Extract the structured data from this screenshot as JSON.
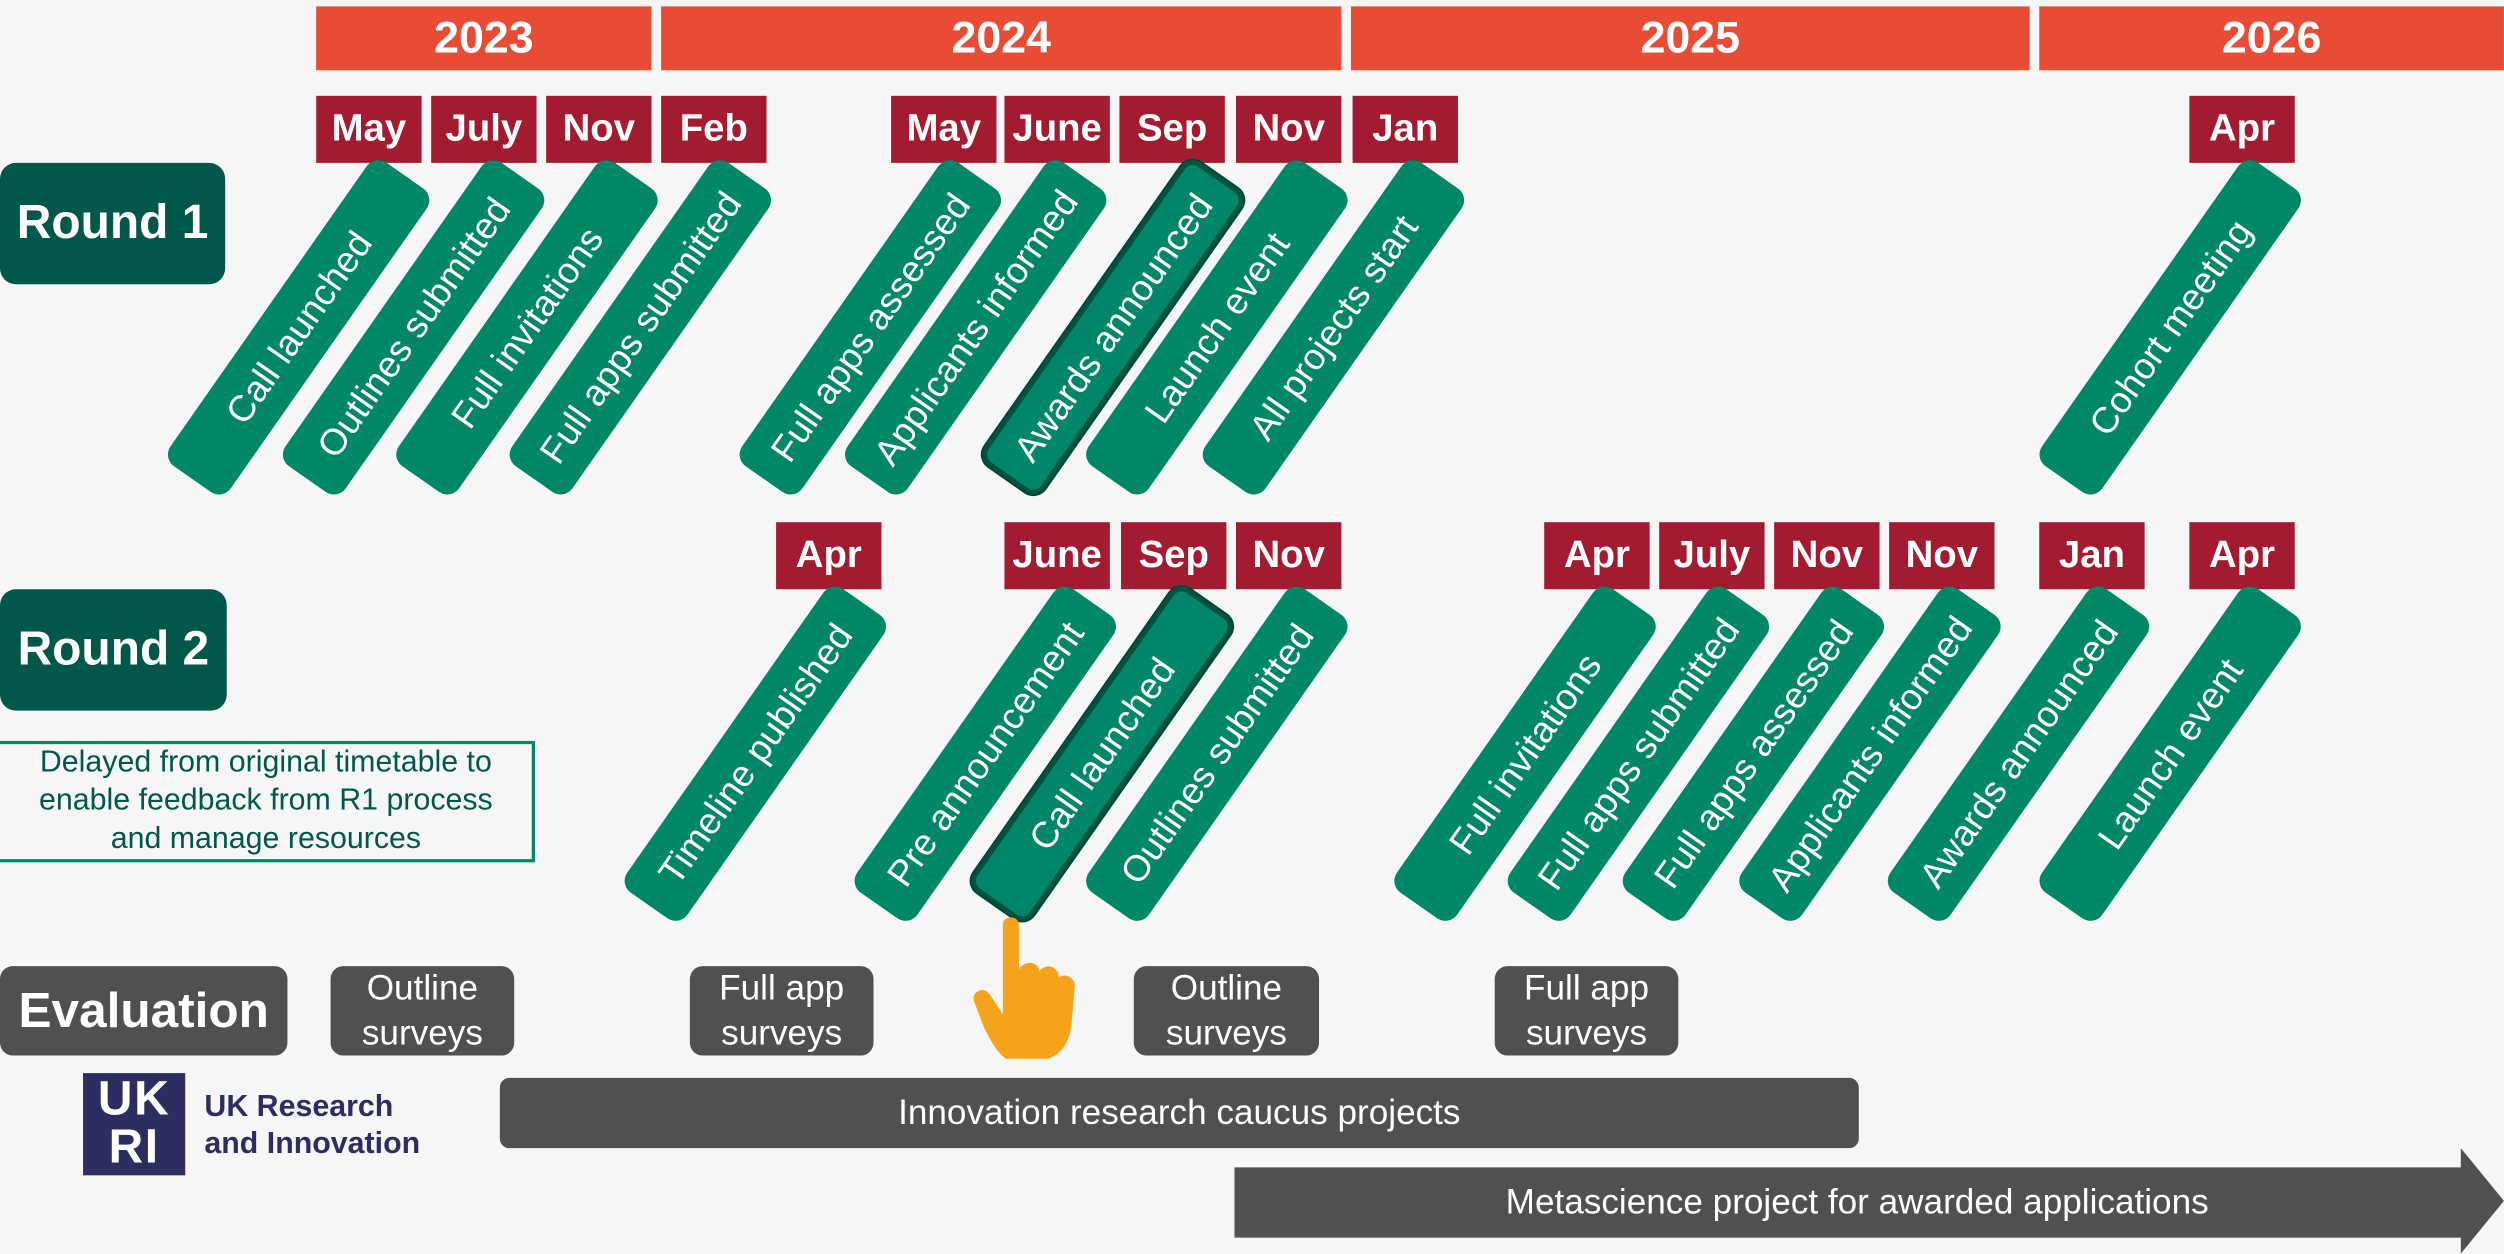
{
  "years": [
    "2023",
    "2024",
    "2025",
    "2026"
  ],
  "rows": {
    "round1": "Round 1",
    "round2": "Round 2",
    "evaluation": "Evaluation"
  },
  "round1_months": [
    "May",
    "July",
    "Nov",
    "Feb",
    "May",
    "June",
    "Sep",
    "Nov",
    "Jan",
    "Apr"
  ],
  "round1_milestones": [
    "Call launched",
    "Outlines submitted",
    "Full invitations",
    "Full apps submitted",
    "Full apps assessed",
    "Applicants informed",
    "Awards announced",
    "Launch event",
    "All projects start",
    "Cohort meeting"
  ],
  "round2_months": [
    "Apr",
    "June",
    "Sep",
    "Nov",
    "Apr",
    "July",
    "Nov",
    "Nov",
    "Jan",
    "Apr"
  ],
  "round2_milestones": [
    "Timeline published",
    "Pre announcement",
    "Call launched",
    "Outlines submitted",
    "Full invitations",
    "Full apps submitted",
    "Full apps assessed",
    "Applicants informed",
    "Awards announced",
    "Launch event"
  ],
  "round2_note": {
    "line1": "Delayed from original timetable to",
    "line2": "enable feedback from R1 process",
    "line3": "and manage resources"
  },
  "surveys": [
    {
      "line1": "Outline",
      "line2": "surveys"
    },
    {
      "line1": "Full app",
      "line2": "surveys"
    },
    {
      "line1": "Outline",
      "line2": "surveys"
    },
    {
      "line1": "Full app",
      "line2": "surveys"
    }
  ],
  "bars": {
    "caucus": "Innovation research caucus projects",
    "metascience": "Metascience project for awarded applications"
  },
  "logo": {
    "letters": "UKRI",
    "line1": "UK Research",
    "line2": "and Innovation"
  },
  "colors": {
    "year_header": "#e84c35",
    "month_badge": "#a31b30",
    "milestone": "#008768",
    "round_label": "#00574a",
    "evaluation": "#505050",
    "pointer": "#f7a21b",
    "logo": "#2e2d62"
  },
  "icons": {
    "pointer": "hand-pointer-icon"
  }
}
